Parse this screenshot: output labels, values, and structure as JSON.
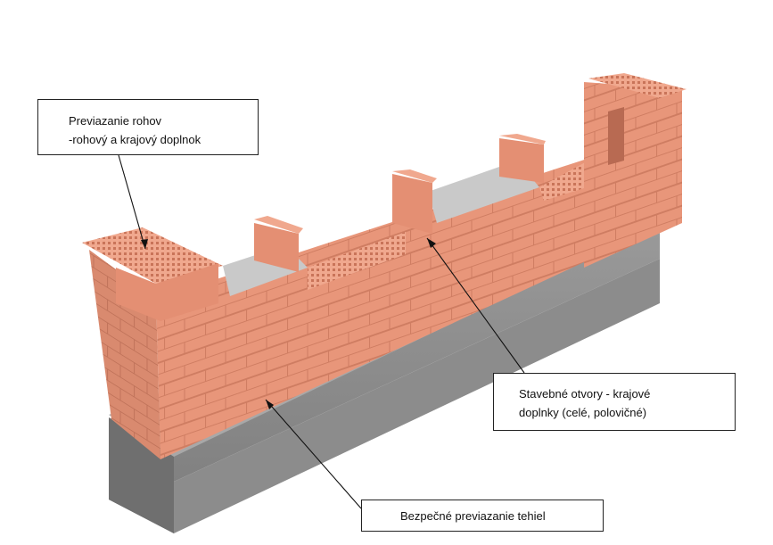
{
  "callouts": {
    "corner": {
      "line1": "Previazanie rohov",
      "line2": "-rohový a krajový doplnok"
    },
    "openings": {
      "line1": "Stavebné otvory - krajové",
      "line2": "doplnky (celé, polovičné)"
    },
    "bond": {
      "line1": "Bezpečné previazanie tehiel"
    }
  },
  "colors": {
    "brick": "#e8967a",
    "brick_dark": "#d47e62",
    "brick_top": "#f0a88e",
    "concrete": "#8a8a8a",
    "concrete_dark": "#6e6e6e",
    "slab": "#c9c9c9",
    "line": "#111111"
  }
}
